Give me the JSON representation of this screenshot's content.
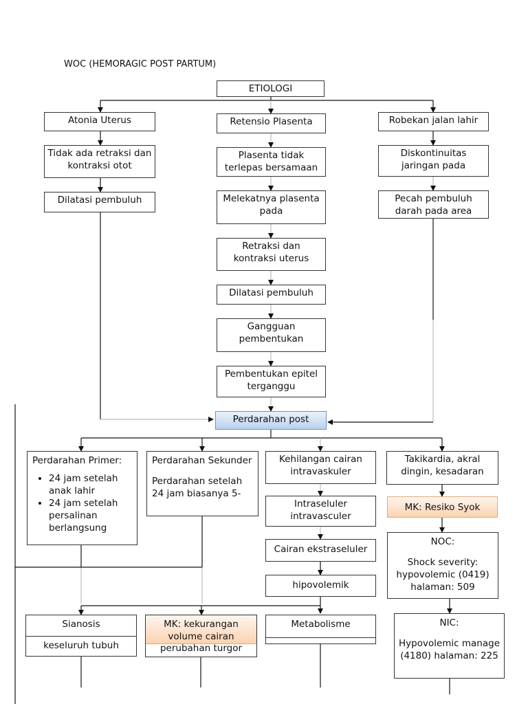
{
  "title": "WOC (HEMORAGIC POST PARTUM)",
  "nodes": {
    "etiologi": "ETIOLOGI",
    "atonia": "Atonia Uterus",
    "retensio": "Retensio Plasenta",
    "robekan": "Robekan jalan lahir",
    "tidak_ada_retraksi": "Tidak ada retraksi dan kontraksi otot",
    "plasenta_tidak": "Plasenta tidak terlepas bersamaan",
    "diskontinuitas": "Diskontinuitas jaringan pada",
    "dilatasi_left": "Dilatasi pembuluh",
    "melekatnya": "Melekatnya plasenta pada",
    "pecah": "Pecah pembuluh darah pada area",
    "retraksi_kontraksi": "Retraksi dan kontraksi uterus",
    "dilatasi_center": "Dilatasi pembuluh",
    "gangguan": "Gangguan pembentukan",
    "pembentukan_epitel": "Pembentukan epitel terganggu",
    "perdarahan_post": "Perdarahan post",
    "primer": {
      "heading": "Perdarahan Primer:",
      "bullets": [
        "24 jam setelah anak lahir",
        "24 jam setelah persalinan berlangsung"
      ]
    },
    "sekunder": {
      "heading": "Perdarahan Sekunder",
      "detail": "Perdarahan setelah 24 jam biasanya 5-"
    },
    "kehilangan": "Kehilangan cairan intravaskuler",
    "takikardia": "Takikardia, akral dingin, kesadaran",
    "intraseluler": "Intraseluler intravasculer",
    "mk_resiko": "MK: Resiko Syok",
    "noc": {
      "label": "NOC:",
      "detail": "Shock severity: hypovolemic (0419) halaman: 509"
    },
    "cairan_ekstra": "Cairan ekstraseluler",
    "hipovolemik": "hipovolemik",
    "sianosis": "Sianosis",
    "sianosis_sub": "keseluruh tubuh",
    "mk_kekurangan": "MK: kekurangan volume cairan",
    "mk_kekurangan_under": "perubahan turgor",
    "metabolisme": "Metabolisme",
    "nic": {
      "label": "NIC:",
      "detail": "Hypovolemic manage (4180) halaman: 225"
    }
  }
}
